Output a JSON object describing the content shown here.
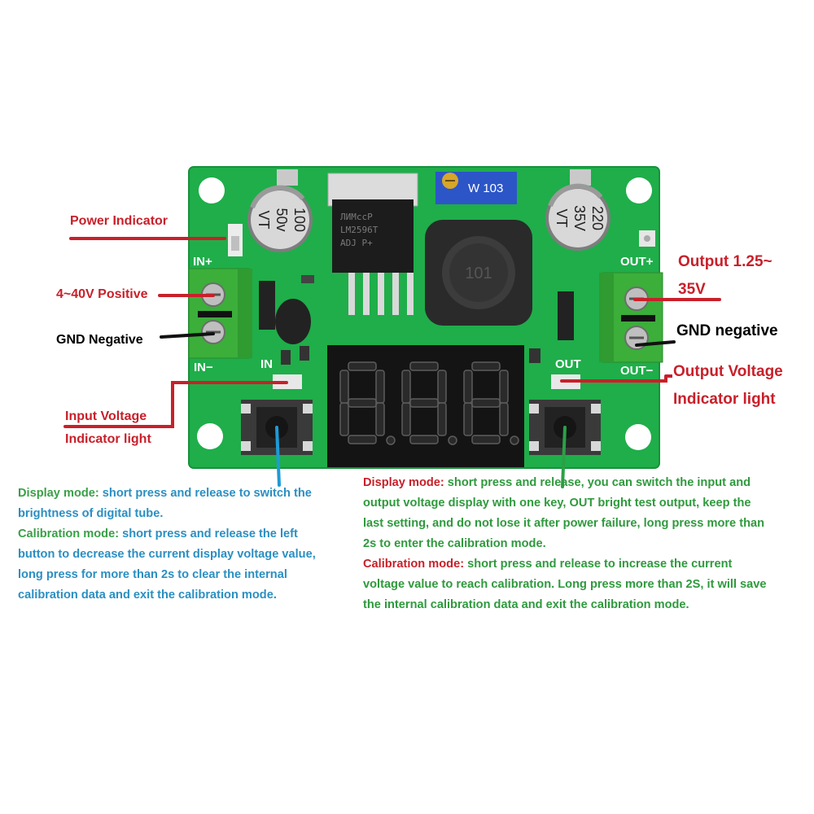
{
  "board": {
    "silk": {
      "in_plus": "IN+",
      "in_minus": "IN−",
      "out_plus": "OUT+",
      "out_minus": "OUT−",
      "in": "IN",
      "out": "OUT"
    },
    "cap_left": [
      "100",
      "50v",
      "VT"
    ],
    "cap_right": [
      "220",
      "35V",
      "VT"
    ],
    "pot_label": "W 103",
    "regulator_text": [
      "ЛИМccР",
      "LM2596T",
      "ADJ P+"
    ],
    "inductor_text": "101",
    "display_digits": "8.8.8."
  },
  "callouts": {
    "power_indicator": "Power Indicator",
    "positive": "4~40V Positive",
    "gnd_negative": "GND Negative",
    "input_led": [
      "Input Voltage",
      "Indicator light"
    ],
    "output_range": [
      "Output 1.25~",
      "35V"
    ],
    "gnd_negative_out": "GND negative",
    "output_led": [
      "Output Voltage",
      "Indicator light"
    ]
  },
  "left_desc": {
    "display_mode_lines": [
      {
        "label": "Display mode:",
        "text": " short press and release to switch the"
      },
      {
        "label": "",
        "text": "brightness of digital tube."
      }
    ],
    "calibration_lines": [
      {
        "label": "Calibration mode:",
        "text": " short press and release the left"
      },
      {
        "label": "",
        "text": "button to decrease the current display voltage value,"
      },
      {
        "label": "",
        "text": "long press for more than 2s to clear the internal"
      },
      {
        "label": "",
        "text": "calibration data and exit the calibration mode."
      }
    ]
  },
  "right_desc": {
    "display_mode_lines": [
      {
        "label": "Display mode:",
        "text": " short press and release, you can switch the input and"
      },
      {
        "label": "",
        "text": "output voltage display with one key, OUT bright test output, keep the"
      },
      {
        "label": "",
        "text": "last setting, and do not lose it after power failure, long press more than"
      },
      {
        "label": "",
        "text": "2s to enter the calibration mode."
      }
    ],
    "calibration_lines": [
      {
        "label": "Calibration mode:",
        "text": "  short press and release to increase the current"
      },
      {
        "label": "",
        "text": "voltage value to reach calibration. Long press more than 2S, it will save"
      },
      {
        "label": "",
        "text": "the internal calibration data and exit the calibration mode."
      }
    ]
  },
  "colors": {
    "pcb": "#1fae4a",
    "terminal": "#3cae3a",
    "callout_red": "#c8202a",
    "desc_green": "#3aa047",
    "desc_blue": "#2b8fc2",
    "line_blue": "#1d9bd6",
    "line_green": "#2aa146"
  }
}
